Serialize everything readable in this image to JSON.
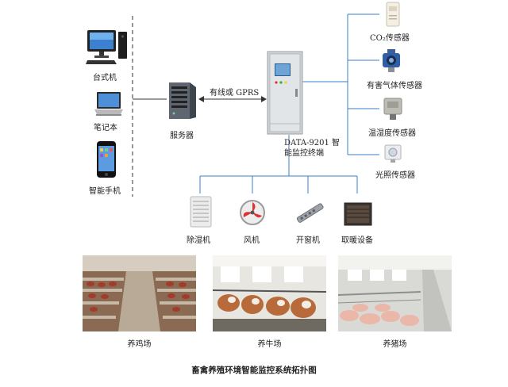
{
  "clients": {
    "desktop": "台式机",
    "laptop": "笔记本",
    "phone": "智能手机"
  },
  "server": {
    "label": "服务器",
    "link_label": "有线或 GPRS"
  },
  "terminal": {
    "label": "DATA-9201 智能监控终端"
  },
  "sensors": {
    "co2": "CO₂传感器",
    "gas": "有害气体传感器",
    "temp_humidity": "温湿度传感器",
    "light": "光照传感器"
  },
  "actuators": {
    "dehumidifier": "除湿机",
    "fan": "风机",
    "window_opener": "开窗机",
    "heater": "取暖设备"
  },
  "farms": {
    "chicken": "养鸡场",
    "cattle": "养牛场",
    "pig": "养猪场"
  },
  "footer": {
    "title": "畜禽养殖环境智能监控系统拓扑图"
  },
  "colors": {
    "line": "#3b7fc4",
    "dash": "#555555"
  },
  "icons": [
    "desktop-computer-icon",
    "laptop-icon",
    "smartphone-icon",
    "server-tower-icon",
    "control-cabinet-icon",
    "co2-sensor-icon",
    "gas-sensor-icon",
    "temp-humidity-sensor-icon",
    "light-sensor-icon",
    "dehumidifier-icon",
    "fan-icon",
    "window-opener-icon",
    "heater-icon"
  ]
}
